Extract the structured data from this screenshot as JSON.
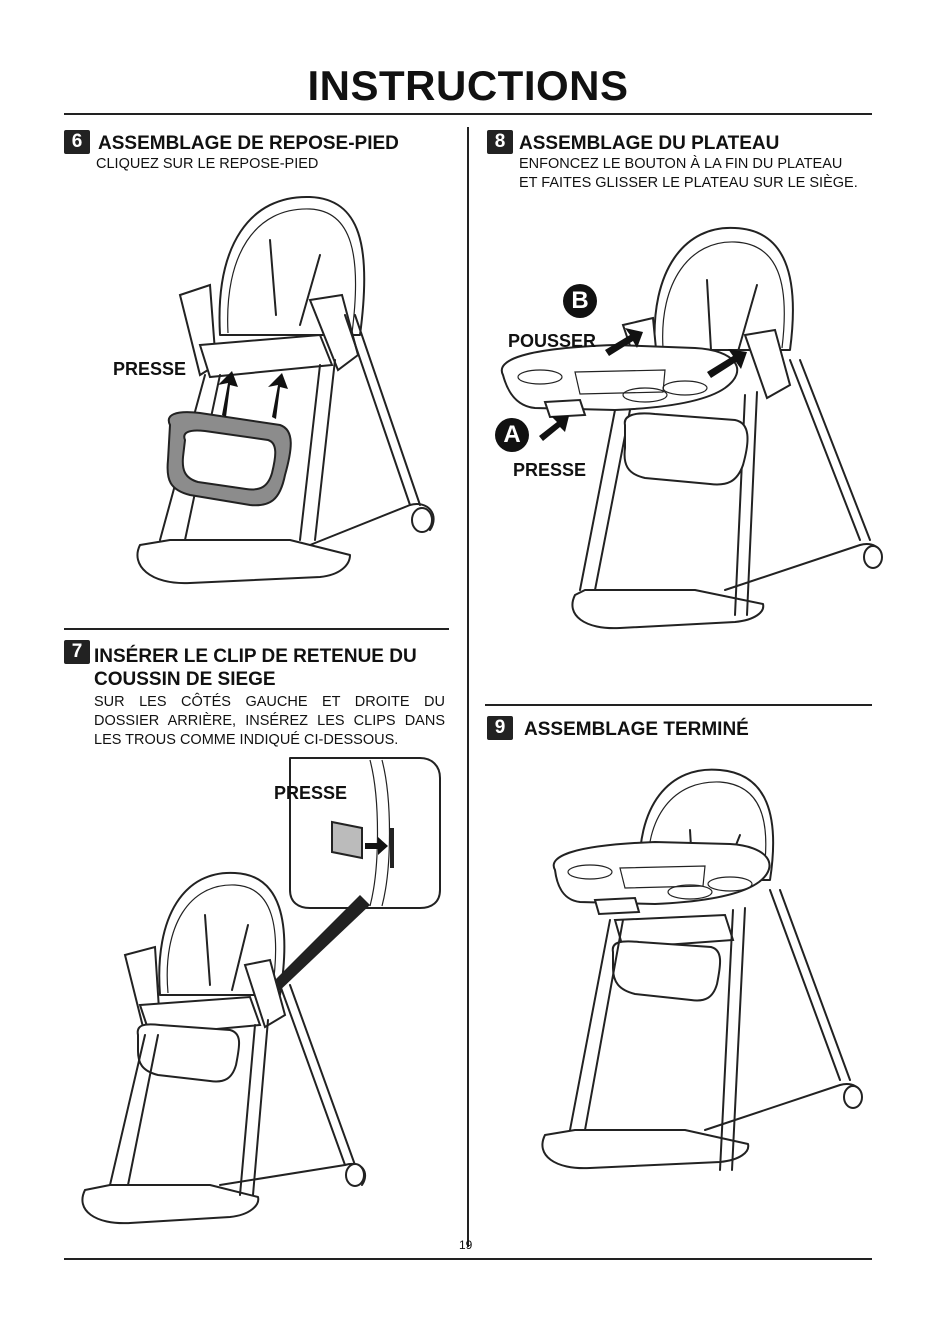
{
  "page": {
    "title": "INSTRUCTIONS",
    "page_number": "19"
  },
  "steps": [
    {
      "number": "6",
      "heading": "ASSEMBLAGE DE REPOSE-PIED",
      "lines": [
        "CLIQUEZ SUR LE REPOSE-PIED"
      ],
      "labels": {
        "press": "PRESSE"
      }
    },
    {
      "number": "7",
      "heading_lines": [
        "INSÉRER LE CLIP DE RETENUE DU",
        "COUSSIN DE SIEGE"
      ],
      "lines": [
        "SUR LES CÔTÉS GAUCHE ET DROITE DU",
        "DOSSIER ARRIÈRE, INSÉREZ LES CLIPS DANS",
        "LES TROUS COMME INDIQUÉ CI-DESSOUS."
      ],
      "labels": {
        "press": "PRESSE"
      }
    },
    {
      "number": "8",
      "heading": "ASSEMBLAGE DU PLATEAU",
      "lines": [
        "ENFONCEZ LE BOUTON À LA FIN DU PLATEAU",
        "ET FAITES GLISSER LE PLATEAU SUR LE SIÈGE."
      ],
      "labels": {
        "push": "POUSSER",
        "press": "PRESSE",
        "marker_a": "A",
        "marker_b": "B"
      }
    },
    {
      "number": "9",
      "heading": "ASSEMBLAGE TERMINÉ"
    }
  ]
}
